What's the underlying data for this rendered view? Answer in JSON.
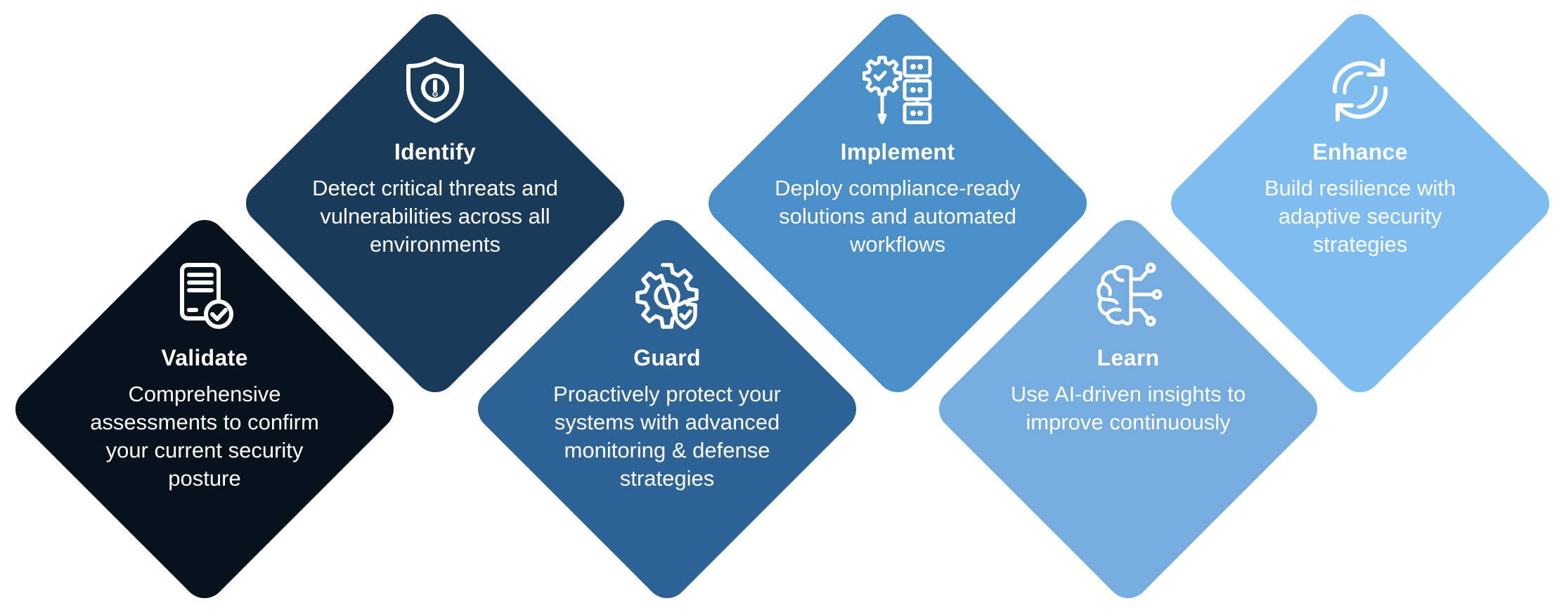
{
  "steps": [
    {
      "title": "Validate",
      "description": "Comprehensive assessments to confirm your current security posture",
      "icon": "document-check-icon",
      "color": "#08121c"
    },
    {
      "title": "Identify",
      "description": "Detect critical threats and vulnerabilities across all environments",
      "icon": "shield-alert-icon",
      "color": "#1a3a5a"
    },
    {
      "title": "Guard",
      "description": "Proactively protect your systems with advanced monitoring & defense strategies",
      "icon": "gear-shield-icon",
      "color": "#2c6394"
    },
    {
      "title": "Implement",
      "description": "Deploy compliance-ready solutions and automated workflows",
      "icon": "gear-servers-icon",
      "color": "#4a8fc8"
    },
    {
      "title": "Learn",
      "description": "Use AI-driven insights to improve continuously",
      "icon": "brain-circuit-icon",
      "color": "#75ade0"
    },
    {
      "title": "Enhance",
      "description": "Build resilience with adaptive security strategies",
      "icon": "refresh-arrows-icon",
      "color": "#7fbdf0"
    }
  ]
}
